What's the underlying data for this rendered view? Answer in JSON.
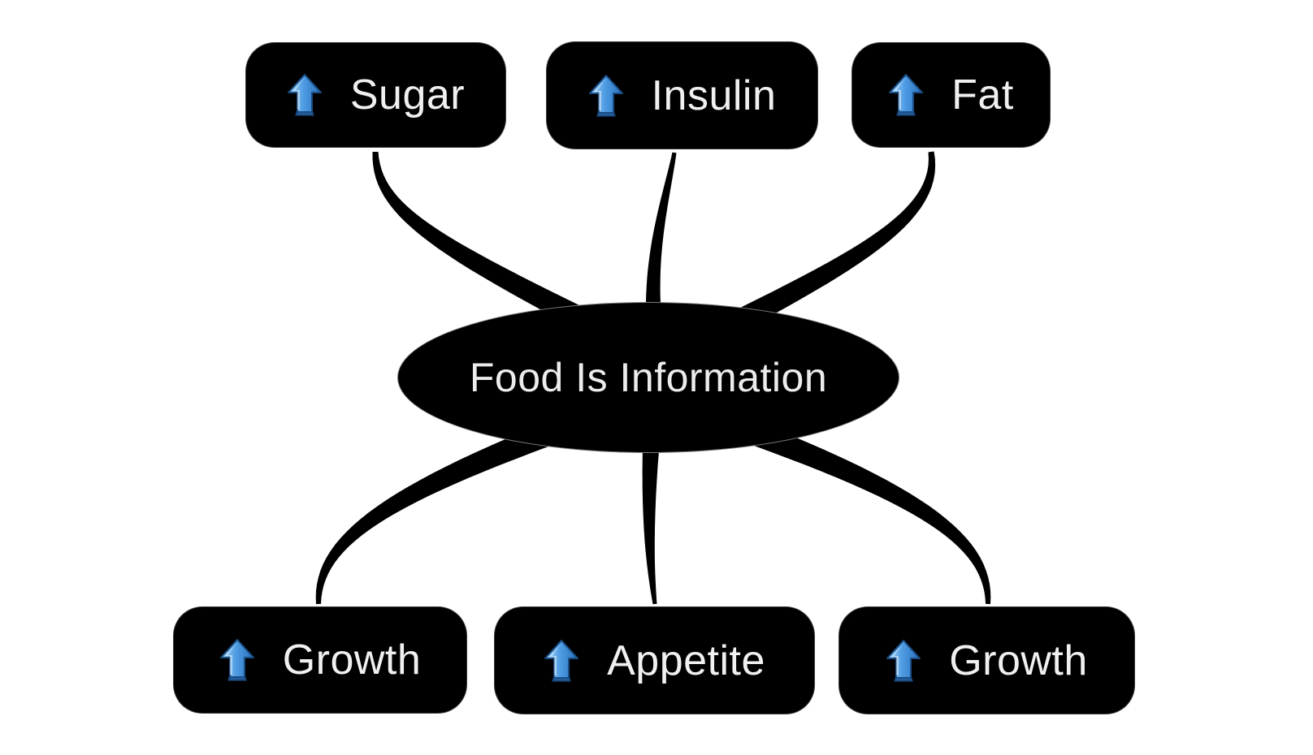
{
  "diagram": {
    "central": {
      "id": "food-is-information",
      "label": "Food Is Information"
    },
    "nodes": [
      {
        "id": "sugar",
        "label": "Sugar",
        "icon": "up-arrow"
      },
      {
        "id": "insulin",
        "label": "Insulin",
        "icon": "up-arrow"
      },
      {
        "id": "fat",
        "label": "Fat",
        "icon": "up-arrow"
      },
      {
        "id": "growth-left",
        "label": "Growth",
        "icon": "up-arrow"
      },
      {
        "id": "appetite",
        "label": "Appetite",
        "icon": "up-arrow"
      },
      {
        "id": "growth-right",
        "label": "Growth",
        "icon": "up-arrow"
      }
    ],
    "edges": [
      {
        "from": "food-is-information",
        "to": "sugar"
      },
      {
        "from": "food-is-information",
        "to": "insulin"
      },
      {
        "from": "food-is-information",
        "to": "fat"
      },
      {
        "from": "food-is-information",
        "to": "growth-left"
      },
      {
        "from": "food-is-information",
        "to": "appetite"
      },
      {
        "from": "food-is-information",
        "to": "growth-right"
      }
    ],
    "colors": {
      "background": "#ffffff",
      "node_bg": "#000000",
      "node_text": "#f0f0f0",
      "connector": "#000000",
      "hairline": "#a5a5a5",
      "arrow_blue": "#4695dd"
    }
  }
}
